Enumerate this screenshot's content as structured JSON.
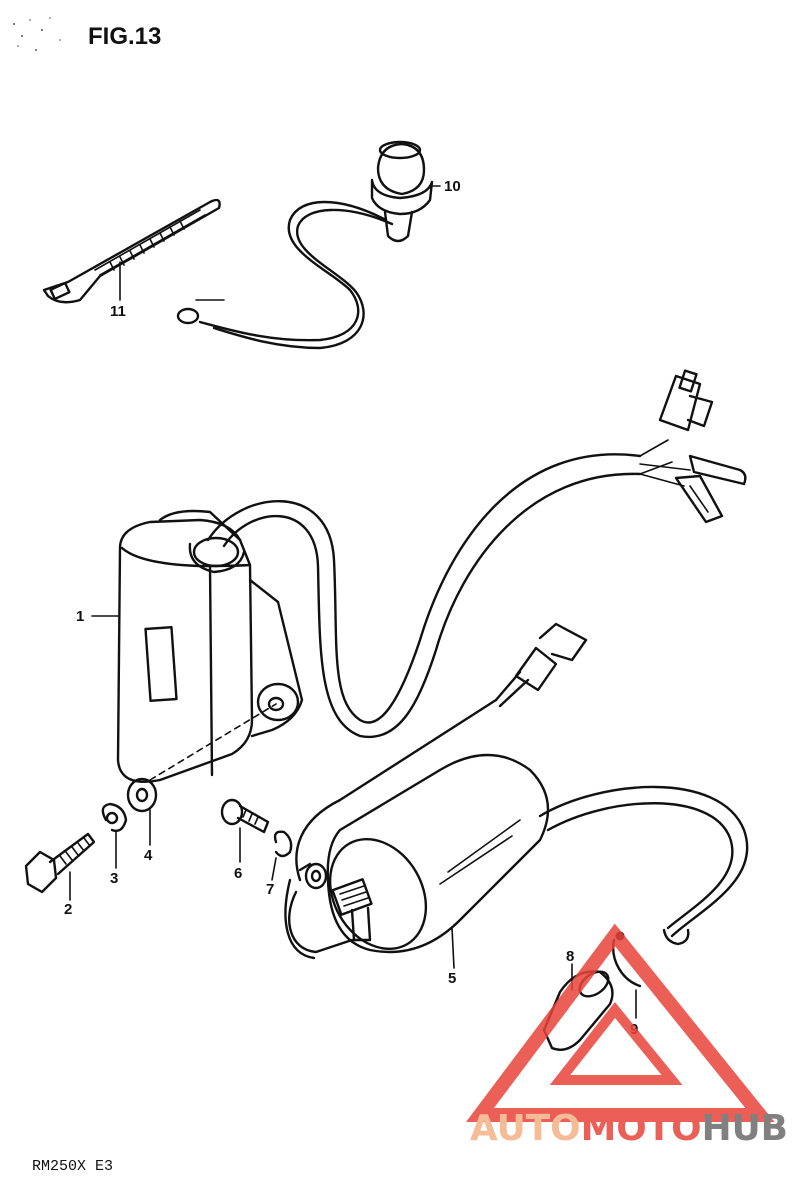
{
  "figure": {
    "title": "FIG.13",
    "model": "RM250X E3"
  },
  "callouts": [
    {
      "id": "1",
      "label": "1"
    },
    {
      "id": "2",
      "label": "2"
    },
    {
      "id": "3",
      "label": "3"
    },
    {
      "id": "4",
      "label": "4"
    },
    {
      "id": "5",
      "label": "5"
    },
    {
      "id": "6",
      "label": "6"
    },
    {
      "id": "7",
      "label": "7"
    },
    {
      "id": "8",
      "label": "8"
    },
    {
      "id": "9",
      "label": "9"
    },
    {
      "id": "10",
      "label": "10"
    },
    {
      "id": "11",
      "label": "11"
    }
  ],
  "watermark": {
    "part1": "AUTO",
    "part2": "MOTO",
    "part3": "HUB",
    "color_orange": "#f4b183",
    "color_red": "#e8443a",
    "color_gray": "#6b6b6b"
  }
}
